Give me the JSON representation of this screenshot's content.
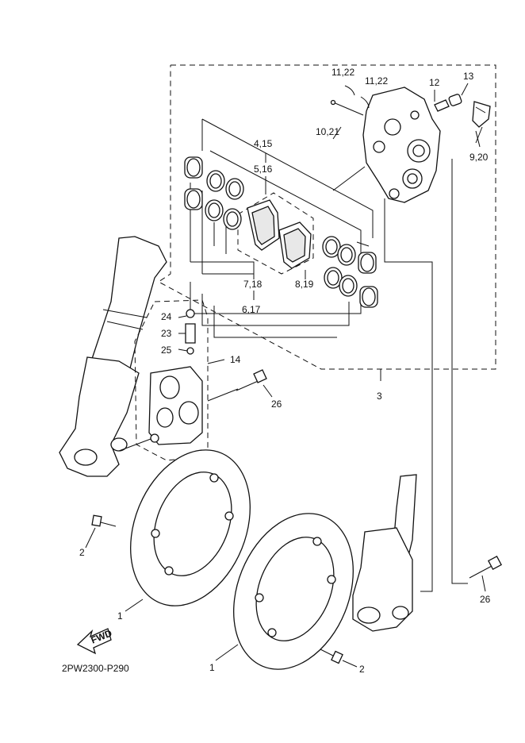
{
  "labels": {
    "l_11_22a": "11,22",
    "l_11_22b": "11,22",
    "l_12": "12",
    "l_13": "13",
    "l_10_21": "10,21",
    "l_9_20": "9,20",
    "l_4_15": "4,15",
    "l_5_16": "5,16",
    "l_7_18": "7,18",
    "l_8_19": "8,19",
    "l_6_17": "6,17",
    "l_24": "24",
    "l_23": "23",
    "l_25": "25",
    "l_14": "14",
    "l_3": "3",
    "l_26a": "26",
    "l_26b": "26",
    "l_2a": "2",
    "l_2b": "2",
    "l_1a": "1",
    "l_1b": "1",
    "fwd": "FWD",
    "code": "2PW2300-P290"
  }
}
